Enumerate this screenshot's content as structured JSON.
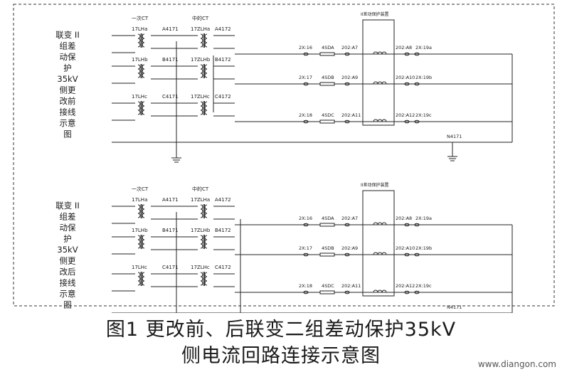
{
  "caption": {
    "line1": "图1  更改前、后联变二组差动保护35kV",
    "line2": "侧电流回路连接示意图"
  },
  "watermark": "www.diangon.com",
  "panels": [
    {
      "id": "before",
      "side_label": [
        "联变 II",
        "组差",
        "动保",
        "护",
        "35kV",
        "侧更",
        "改前",
        "接线",
        "示意",
        "图"
      ],
      "ct_header_left": "一次CT",
      "ct_header_right": "中的CT",
      "device_label": "II差动保护装置",
      "neutral_label": "N4171",
      "phases": [
        {
          "ct1": "17LHa",
          "wire1": "A4171",
          "ct2": "17ZLHa",
          "wire2": "A4172",
          "t1": "2X:16",
          "t2": "4SDA",
          "t3": "202:A7",
          "t4": "202:A8",
          "t5": "2X:19a"
        },
        {
          "ct1": "17LHb",
          "wire1": "B4171",
          "ct2": "17ZLHb",
          "wire2": "B4172",
          "t1": "2X:17",
          "t2": "4SDB",
          "t3": "202:A9",
          "t4": "202:A10",
          "t5": "2X:19b"
        },
        {
          "ct1": "17LHc",
          "wire1": "C4171",
          "ct2": "17ZLHc",
          "wire2": "C4172",
          "t1": "2X:18",
          "t2": "4SDC",
          "t3": "202:A11",
          "t4": "202:A12",
          "t5": "2X:19c"
        }
      ]
    },
    {
      "id": "after",
      "side_label": [
        "联变 II",
        "组差",
        "动保",
        "护",
        "35kV",
        "侧更",
        "改后",
        "接线",
        "示意",
        "图"
      ],
      "ct_header_left": "一次CT",
      "ct_header_right": "中的CT",
      "device_label": "II差动保护装置",
      "neutral_label": "N4171",
      "phases": [
        {
          "ct1": "17LHa",
          "wire1": "A4171",
          "ct2": "17ZLHa",
          "wire2": "A4172",
          "t1": "2X:16",
          "t2": "4SDA",
          "t3": "202:A7",
          "t4": "202:A8",
          "t5": "2X:19a"
        },
        {
          "ct1": "17LHb",
          "wire1": "B4171",
          "ct2": "17ZLHb",
          "wire2": "B4172",
          "t1": "2X:17",
          "t2": "4SDB",
          "t3": "202:A9",
          "t4": "202:A10",
          "t5": "2X:19b"
        },
        {
          "ct1": "17LHc",
          "wire1": "C4171",
          "ct2": "17ZLHc",
          "wire2": "C4172",
          "t1": "2X:18",
          "t2": "4SDC",
          "t3": "202:A11",
          "t4": "202:A12",
          "t5": "2X:19c"
        }
      ]
    }
  ]
}
